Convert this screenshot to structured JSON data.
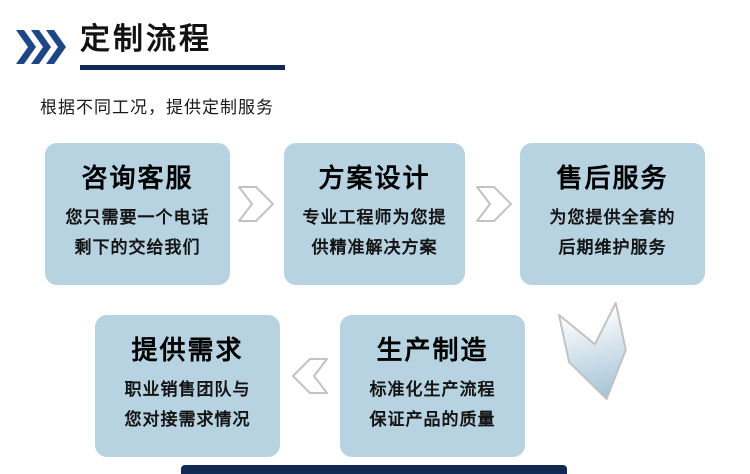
{
  "header": {
    "title": "定制流程",
    "subtitle": "根据不同工况，提供定制服务"
  },
  "steps": [
    {
      "title": "咨询客服",
      "line1": "您只需要一个电话",
      "line2": "剩下的交给我们"
    },
    {
      "title": "方案设计",
      "line1": "专业工程师为您提",
      "line2": "供精准解决方案"
    },
    {
      "title": "售后服务",
      "line1": "为您提供全套的",
      "line2": "后期维护服务"
    },
    {
      "title": "提供需求",
      "line1": "职业销售团队与",
      "line2": "您对接需求情况"
    },
    {
      "title": "生产制造",
      "line1": "标准化生产流程",
      "line2": "保证产品的质量"
    }
  ],
  "colors": {
    "navy": "#102a54",
    "chevron": "#1d4686",
    "box_fill": "#b7d3e2",
    "arrow_fill": "#ffffff",
    "arrow_outline": "#c2c2c2",
    "arrow_down_fill": "#a3c2d5"
  }
}
